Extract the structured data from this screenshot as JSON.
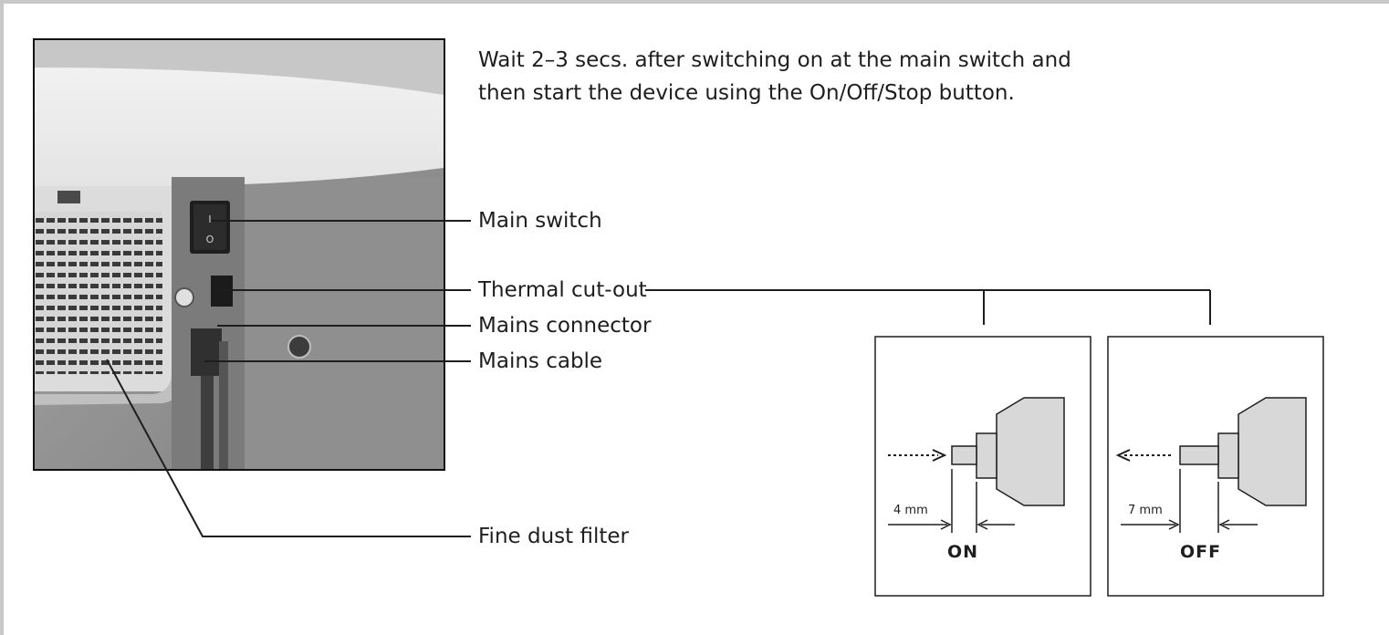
{
  "instruction": {
    "line1": "Wait 2–3 secs. after switching on at the main switch and",
    "line2": "then start the device using the On/Off/Stop button."
  },
  "callouts": {
    "main_switch": "Main switch",
    "thermal_cutout": "Thermal cut-out",
    "mains_connector": "Mains connector",
    "mains_cable": "Mains cable",
    "fine_dust_filter": "Fine dust filter"
  },
  "photo": {
    "switch_on_symbol": "I",
    "switch_off_symbol": "O"
  },
  "cutout_diagrams": {
    "on": {
      "measure": "4 mm",
      "state": "ON",
      "arrow_direction": "in"
    },
    "off": {
      "measure": "7 mm",
      "state": "OFF",
      "arrow_direction": "out"
    }
  },
  "colors": {
    "frame": "#c8c8c8",
    "line": "#1e1e1e",
    "device_gray": "#d8d8d8"
  }
}
